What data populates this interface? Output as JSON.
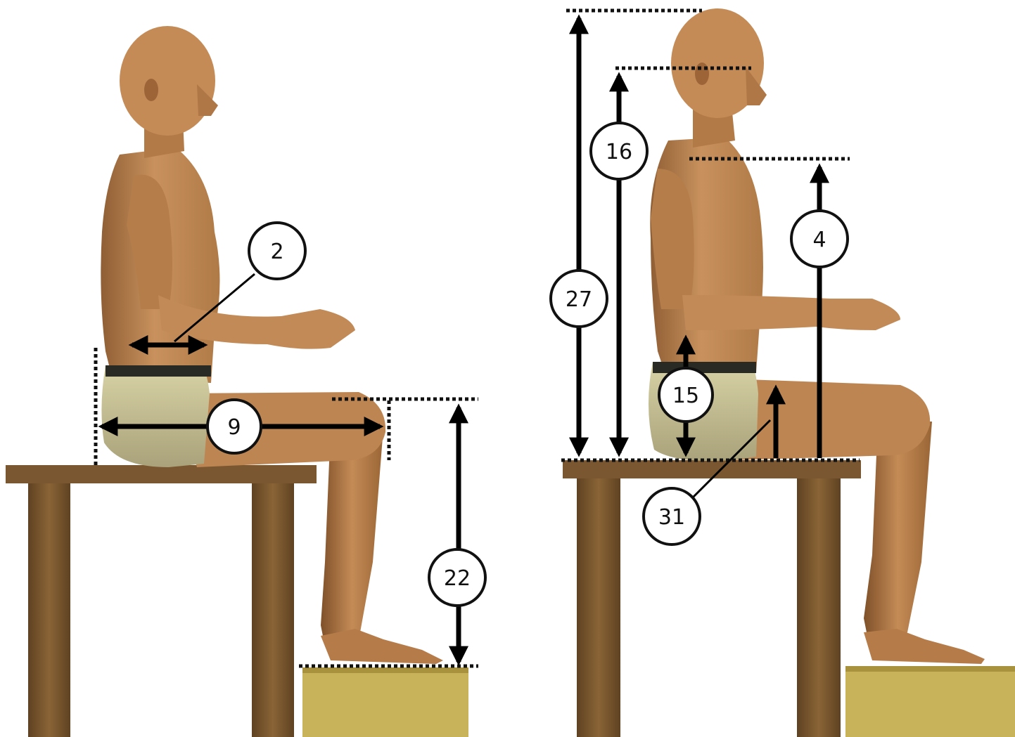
{
  "labels": {
    "seated_hip_depth": "2",
    "buttock_knee_length": "9",
    "knee_height": "22",
    "sitting_height": "27",
    "eye_height": "16",
    "shoulder_height": "4",
    "thigh_clearance": "15",
    "popliteal_reference": "31"
  },
  "colors": {
    "skin": "#c7905c",
    "skin_shadow": "#8f5e34",
    "shorts": "#cfc79a",
    "waistband": "#2a2a24",
    "table_wood": "#7a5730",
    "table_dark": "#5a3e1f",
    "footrest": "#c8b25a",
    "footrest_dark": "#a8923e"
  }
}
